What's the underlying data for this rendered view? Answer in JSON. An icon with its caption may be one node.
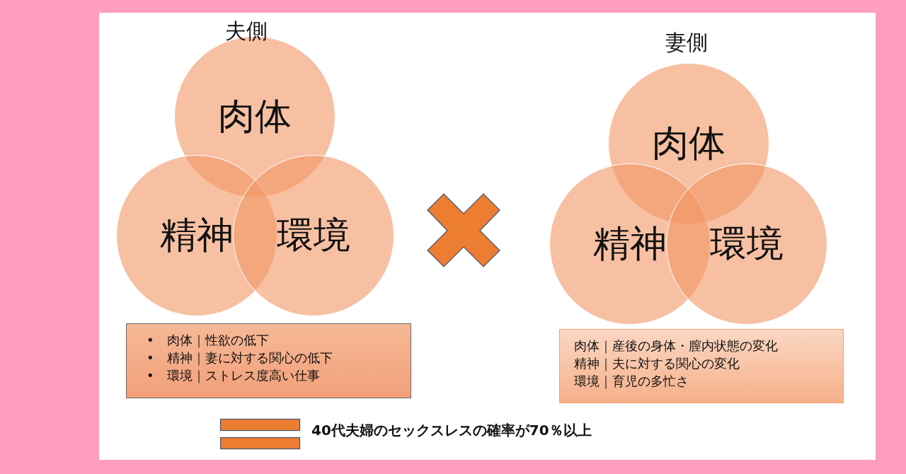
{
  "diagram": {
    "nodes": [
      {
        "text": [
          "肉体"
        ]
      },
      {
        "text": [
          "精神"
        ]
      },
      {
        "text": [
          "環境"
        ]
      },
      {
        "text": [
          "•　肉体｜性欲の低下",
          "•　精神｜妻に対する関心の低下",
          "•　環境｜ストレス度高い仕事"
        ]
      },
      {
        "text": [],
        "shape": "cross"
      },
      {
        "text": [
          "肉体"
        ]
      },
      {
        "text": [
          "精神"
        ]
      },
      {
        "text": [
          "環境"
        ]
      },
      {
        "text": [
          "肉体｜産後の身体・膣内状態の変化",
          "精神｜夫に対する関心の変化",
          "環境｜育児の多忙さ"
        ]
      },
      {
        "text": [],
        "shape": "bar"
      },
      {
        "text": [],
        "shape": "bar"
      }
    ],
    "edges": [],
    "labels": [
      "夫側",
      "妻側",
      "40代夫婦のセックスレスの確率が70％以上"
    ]
  }
}
